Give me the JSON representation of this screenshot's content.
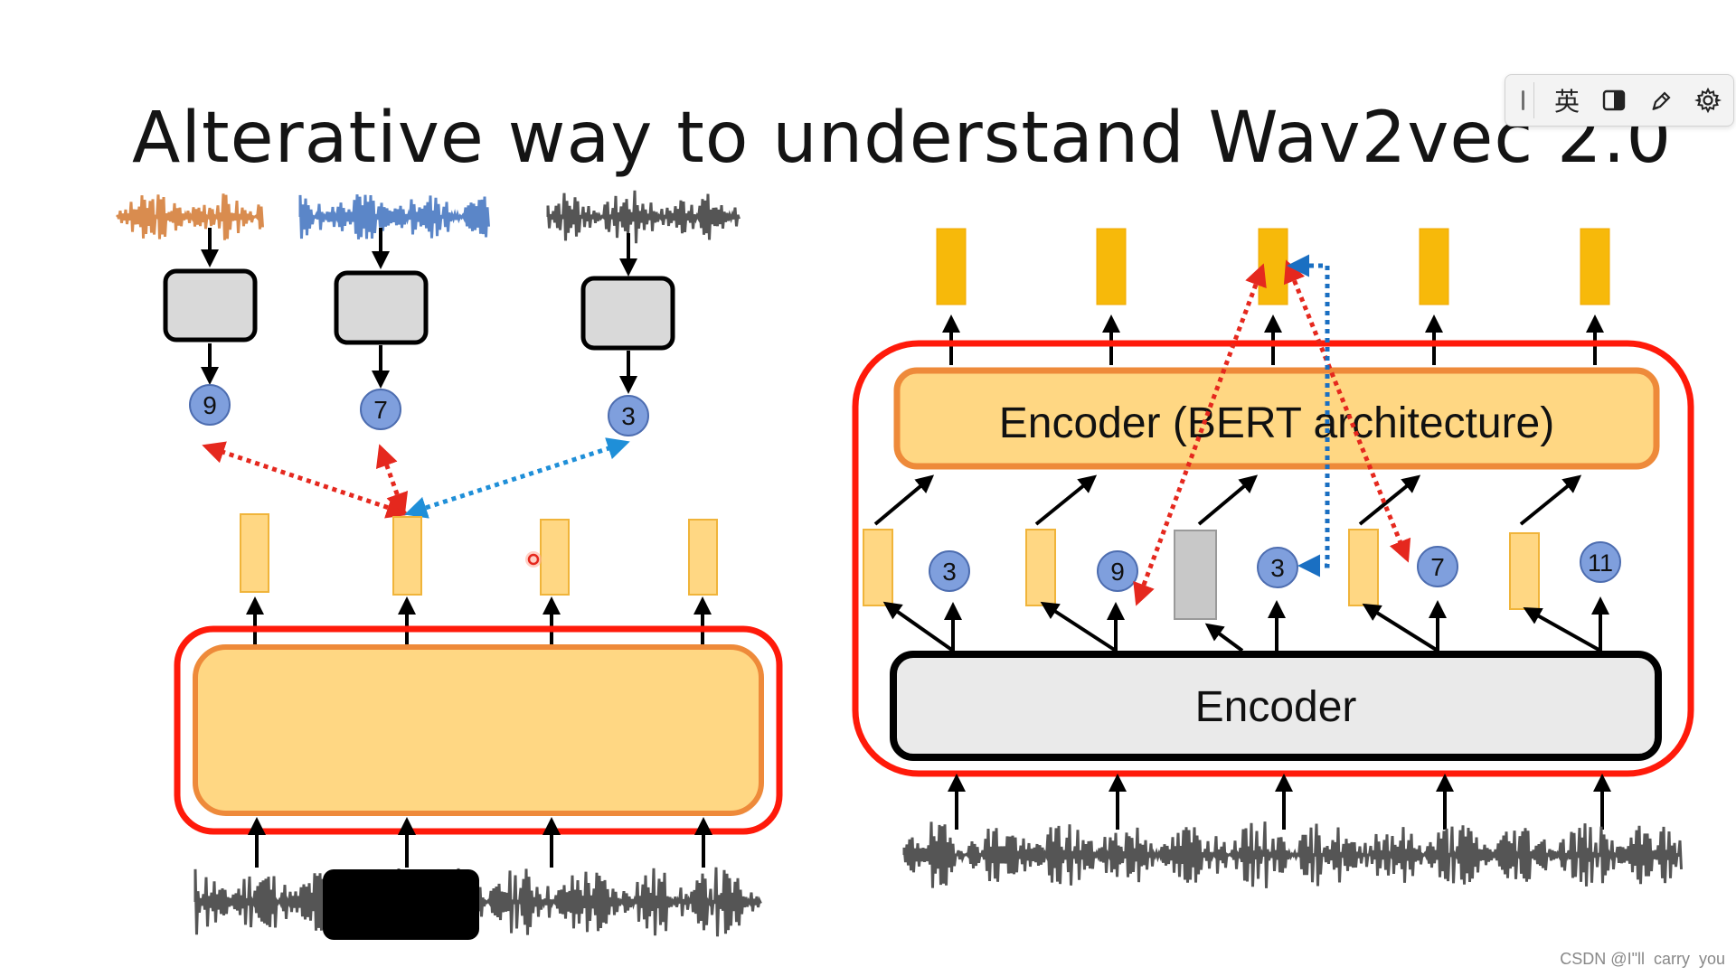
{
  "title": "Alterative way to understand Wav2vec 2.0",
  "ime_toolbar": {
    "language_label": "英",
    "buttons": [
      "mode-toggle-icon",
      "pen-icon",
      "gear-icon"
    ]
  },
  "left_panel": {
    "target_ids": [
      "9",
      "7",
      "3"
    ],
    "waveform_colors": [
      "#d98c4f",
      "#5b86c8",
      "#555555"
    ]
  },
  "right_panel": {
    "encoder_top_label": "Encoder (BERT architecture)",
    "encoder_bottom_label": "Encoder",
    "token_ids": [
      "3",
      "9",
      "3",
      "7",
      "11"
    ]
  },
  "colors": {
    "frame_red": "#ff1a0a",
    "encoder_orange": "#ffd783",
    "encoder_border": "#ee8a3a",
    "output_yellow": "#f7b90a",
    "token_blue": "#7f9fdd",
    "negative_red": "#e5281e",
    "positive_blue": "#1f8fd8"
  },
  "watermark": "CSDN @I\"ll  carry  you"
}
